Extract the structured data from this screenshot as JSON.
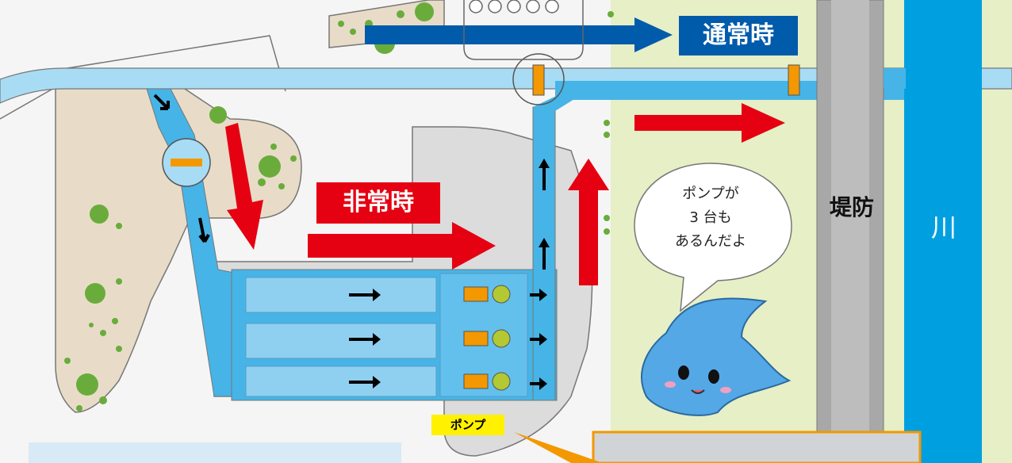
{
  "labels": {
    "normal": "通常時",
    "emergency": "非常時",
    "pump": "ポンプ",
    "levee": "堤防",
    "river": "川"
  },
  "speech_bubble": {
    "lines": [
      "ポンプが",
      "3 台も",
      "あるんだよ"
    ]
  },
  "colors": {
    "normal_arrow": "#005bab",
    "emergency_arrow": "#e50012",
    "water": "#46b4e6",
    "river": "#00a0e0",
    "levee": "#a8a8a8",
    "ground": "#e8f0c8",
    "pump": "#f39800"
  }
}
